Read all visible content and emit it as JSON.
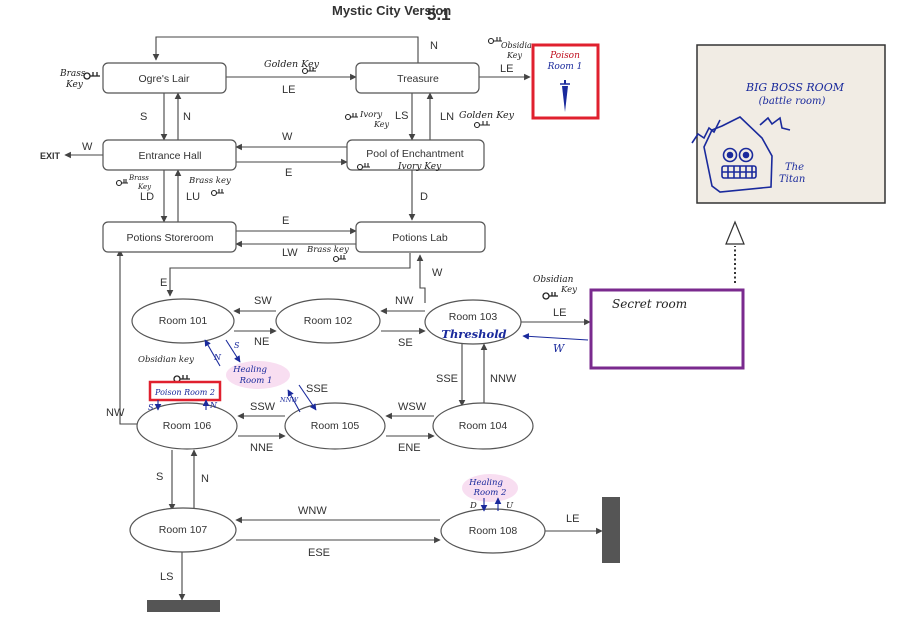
{
  "title": "Mystic City Version",
  "version": "5.1",
  "rooms": {
    "ogres_lair": "Ogre's Lair",
    "treasure": "Treasure",
    "entrance_hall": "Entrance Hall",
    "pool": "Pool of Enchantment",
    "potions_storeroom": "Potions Storeroom",
    "potions_lab": "Potions Lab",
    "room101": "Room 101",
    "room102": "Room 102",
    "room103": "Room 103",
    "room104": "Room 104",
    "room105": "Room 105",
    "room106": "Room 106",
    "room107": "Room 107",
    "room108": "Room 108"
  },
  "edges": {
    "n_top": "N",
    "le_ogre_treasure": "LE",
    "s_ogre": "S",
    "n_ogre": "N",
    "exit": "EXIT",
    "w_exit": "W",
    "w_pool_entrance": "W",
    "e_entrance_pool": "E",
    "ls_treasure": "LS",
    "ln_treasure": "LN",
    "le_treasure_poison": "LE",
    "ld_entrance": "LD",
    "lu_entrance": "LU",
    "d_pool": "D",
    "e_store_lab": "E",
    "lw_lab_store": "LW",
    "e_lab_101": "E",
    "w_lab": "W",
    "sw_102_101": "SW",
    "ne_101_102": "NE",
    "nw_103_102": "NW",
    "se_102_103": "SE",
    "le_103_secret": "LE",
    "w_secret_103": "W",
    "s_101": "S",
    "n_101": "N",
    "sse_103": "SSE",
    "nnw_104": "NNW",
    "nw_106": "NW",
    "ssw_105_106": "SSW",
    "nne_106_105": "NNE",
    "wsw_104_105": "WSW",
    "ene_105_104": "ENE",
    "sse_healing": "SSE",
    "nnw_healing": "NNW",
    "s_106": "S",
    "n_107": "N",
    "wnw_108_107": "WNW",
    "ese_107_108": "ESE",
    "ls_107": "LS",
    "le_108": "LE"
  },
  "annotations": {
    "brass_key_ogre_1": "Brass",
    "brass_key_ogre_2": "Key",
    "golden_key_top": "Golden Key",
    "obsidian_key_top_1": "Obsidian",
    "obsidian_key_top_2": "Key",
    "poison_room1_1": "Poison",
    "poison_room1_2": "Room 1",
    "ivory_key_left_1": "Ivory",
    "ivory_key_left_2": "Key",
    "golden_key_right": "Golden Key",
    "ivory_key_pool": "Ivory Key",
    "brass_key_ld_1": "Brass",
    "brass_key_ld_2": "Key",
    "brass_key_lu": "Brass key",
    "brass_key_lw": "Brass key",
    "obsidian_key_secret_1": "Obsidian",
    "obsidian_key_secret_2": "Key",
    "secret_room": "Secret room",
    "threshold": "Threshold",
    "obsidian_key_106": "Obsidian key",
    "poison_room2": "Poison Room 2",
    "s_poison": "S",
    "n_poison": "N",
    "healing_room1_1": "Healing",
    "healing_room1_2": "Room 1",
    "healing_room2_1": "Healing",
    "healing_room2_2": "Room 2",
    "d_healing2": "D",
    "u_healing2": "U",
    "big_boss_1": "BIG BOSS ROOM",
    "big_boss_2": "(battle room)",
    "titan_1": "The",
    "titan_2": "Titan"
  },
  "colors": {
    "poison_border": "#e0202e",
    "secret_border": "#7a2a8e",
    "healing_fill": "#f6d6ee",
    "boss_fill": "#f1ece4",
    "handwriting_blue": "#1a2a9c",
    "terminal_fill": "#555555"
  }
}
